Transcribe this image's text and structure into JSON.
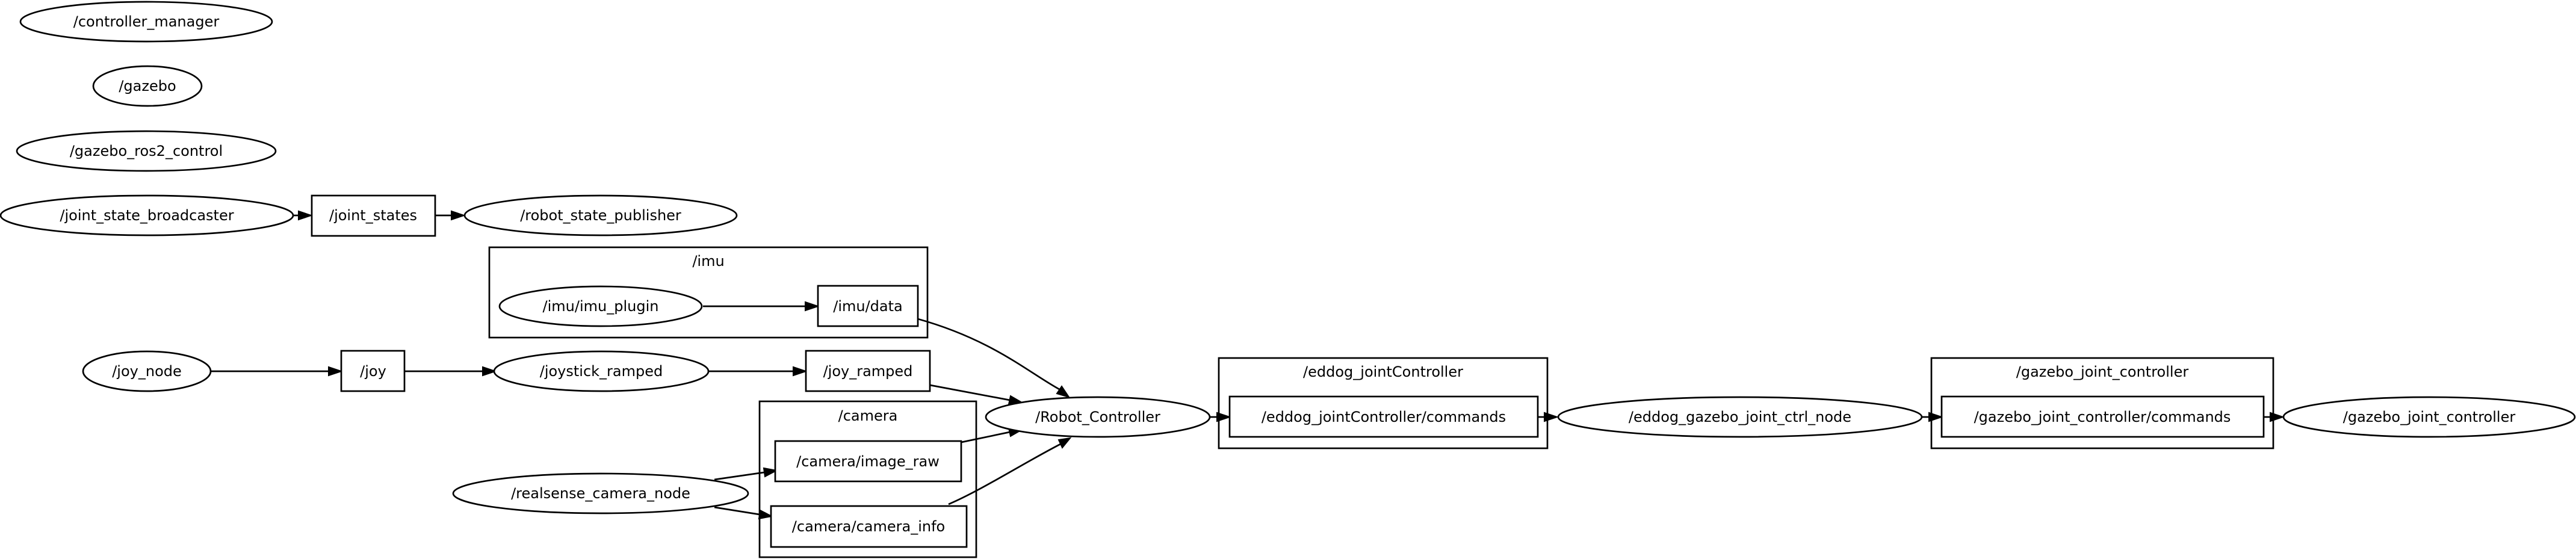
{
  "topics": {
    "joint_states": "/joint_states",
    "imu_data": "/imu/data",
    "joy": "/joy",
    "joy_ramped": "/joy_ramped",
    "camera_image_raw": "/camera/image_raw",
    "camera_camera_info": "/camera/camera_info",
    "eddog_commands": "/eddog_jointController/commands",
    "gazebo_commands": "/gazebo_joint_controller/commands"
  },
  "nodes": {
    "controller_manager": "/controller_manager",
    "gazebo": "/gazebo",
    "gazebo_ros2_control": "/gazebo_ros2_control",
    "joint_state_broadcaster": "/joint_state_broadcaster",
    "robot_state_publisher": "/robot_state_publisher",
    "imu_plugin": "/imu/imu_plugin",
    "joy_node": "/joy_node",
    "joystick_ramped": "/joystick_ramped",
    "realsense_camera_node": "/realsense_camera_node",
    "robot_controller": "/Robot_Controller",
    "eddog_gazebo_joint_ctrl_node": "/eddog_gazebo_joint_ctrl_node",
    "gazebo_joint_controller": "/gazebo_joint_controller"
  },
  "namespaces": {
    "imu": "/imu",
    "camera": "/camera",
    "eddog_jointController": "/eddog_jointController",
    "gazebo_joint_controller": "/gazebo_joint_controller"
  },
  "colors": {
    "stroke": "#000000",
    "fill": "#ffffff",
    "text": "#000000"
  }
}
